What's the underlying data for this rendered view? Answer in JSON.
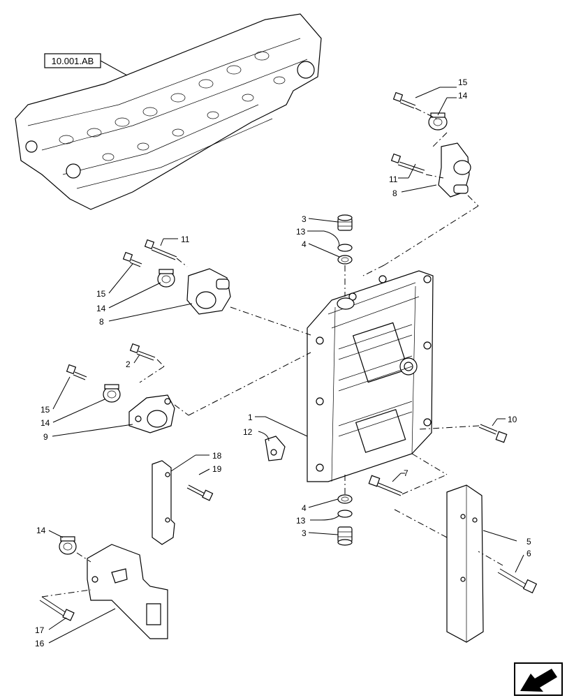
{
  "reference_tag": "10.001.AB",
  "callouts": {
    "c1": "1",
    "c2": "2",
    "c3a": "3",
    "c3b": "3",
    "c4a": "4",
    "c4b": "4",
    "c5": "5",
    "c6": "6",
    "c7": "7",
    "c8a": "8",
    "c8b": "8",
    "c9": "9",
    "c10": "10",
    "c11a": "11",
    "c11b": "11",
    "c12": "12",
    "c13a": "13",
    "c13b": "13",
    "c14a": "14",
    "c14b": "14",
    "c14c": "14",
    "c14d": "14",
    "c15a": "15",
    "c15b": "15",
    "c15c": "15",
    "c16": "16",
    "c17": "17",
    "c18": "18",
    "c19": "19"
  },
  "icons": {
    "nav": "arrow-navigation-icon"
  }
}
